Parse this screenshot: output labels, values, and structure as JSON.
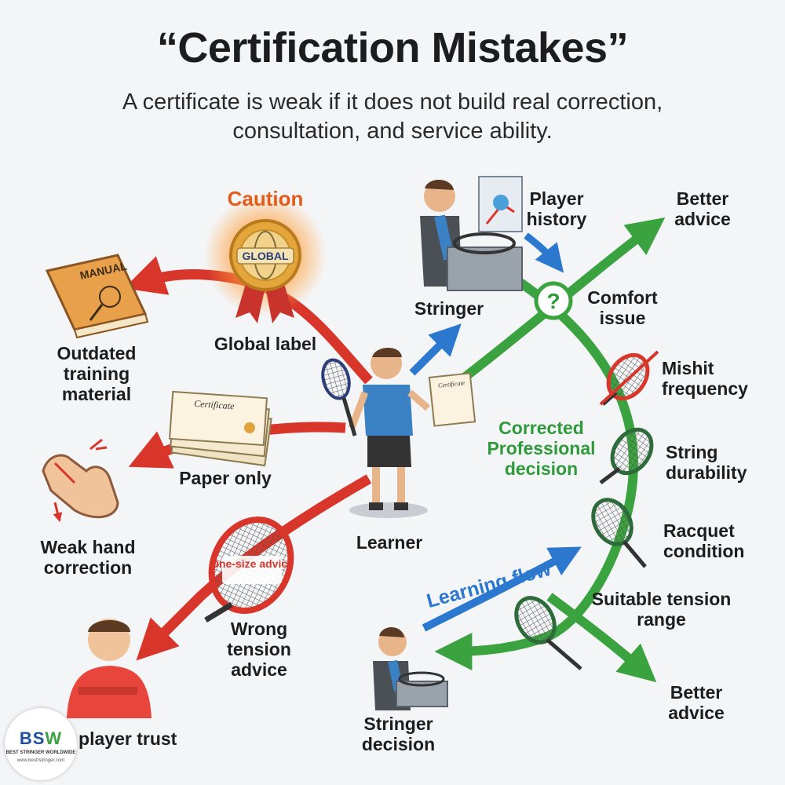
{
  "header": {
    "title": "“Certification Mistakes”",
    "subtitle": "A certificate is weak if it does not build real correction, consultation, and service ability."
  },
  "left_side": {
    "caution": "Caution",
    "badge_text": "GLOBAL",
    "global_label": "Global label",
    "manual_text": "MANUAL",
    "outdated_material": "Outdated training material",
    "certificate_text": "Certificate",
    "paper_only": "Paper only",
    "weak_hand_correction": "Weak hand correction",
    "racquet_text": "One-size advice",
    "wrong_tension_advice": "Wrong tension advice",
    "player_trust": "t player trust"
  },
  "center": {
    "learner": "Learner",
    "held_certificate_text": "Certificate"
  },
  "right_side": {
    "stringer": "Stringer",
    "player_history": "Player history",
    "better_advice_top": "Better advice",
    "comfort_issue": "Comfort issue",
    "question_mark": "?",
    "mishit_frequency": "Mishit frequency",
    "corrected_decision": "Corrected Professional decision",
    "string_durability": "String durability",
    "racquet_condition": "Racquet condition",
    "learning_flow": "Learning flow",
    "suitable_tension_range": "Suitable tension range",
    "better_advice_bottom": "Better advice",
    "stringer_decision": "Stringer decision"
  },
  "logo": {
    "mark_a": "BS",
    "mark_b": "W",
    "tagline": "BEST STRINGER WORLDWIDE",
    "url": "www.bestrstringer.com"
  },
  "colors": {
    "red_arrow": "#d8352b",
    "green_arrow": "#3aa23f",
    "blue_arrow": "#2c78cf",
    "caution": "#e35b1a"
  }
}
